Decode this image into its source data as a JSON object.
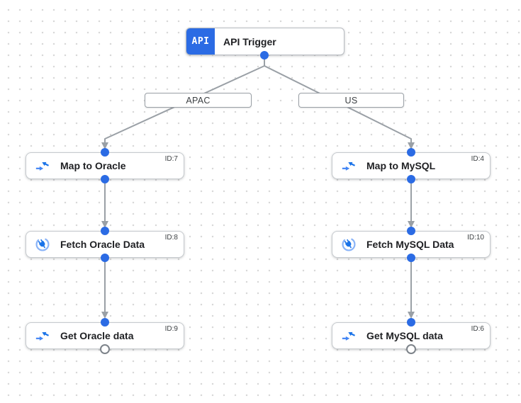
{
  "canvas": {
    "name": "integration-workflow-canvas"
  },
  "trigger": {
    "icon_label": "API",
    "title": "API Trigger"
  },
  "branches": [
    {
      "label": "APAC"
    },
    {
      "label": "US"
    }
  ],
  "nodes": [
    {
      "id_label": "ID:7",
      "title": "Map to Oracle",
      "icon": "data-mapping-icon"
    },
    {
      "id_label": "ID:8",
      "title": "Fetch Oracle Data",
      "icon": "connector-icon"
    },
    {
      "id_label": "ID:9",
      "title": "Get Oracle data",
      "icon": "data-mapping-icon"
    },
    {
      "id_label": "ID:4",
      "title": "Map to MySQL",
      "icon": "data-mapping-icon"
    },
    {
      "id_label": "ID:10",
      "title": "Fetch MySQL Data",
      "icon": "connector-icon"
    },
    {
      "id_label": "ID:6",
      "title": "Get MySQL data",
      "icon": "data-mapping-icon"
    }
  ],
  "colors": {
    "accent_blue": "#2b6be4",
    "icon_blue_dark": "#1a73e8",
    "icon_blue_medium": "#4285f4",
    "icon_blue_light": "#8ab4f8",
    "edge_gray": "#9aa0a6",
    "grid_dot": "#d8d8d8",
    "text_dark": "#202124"
  }
}
